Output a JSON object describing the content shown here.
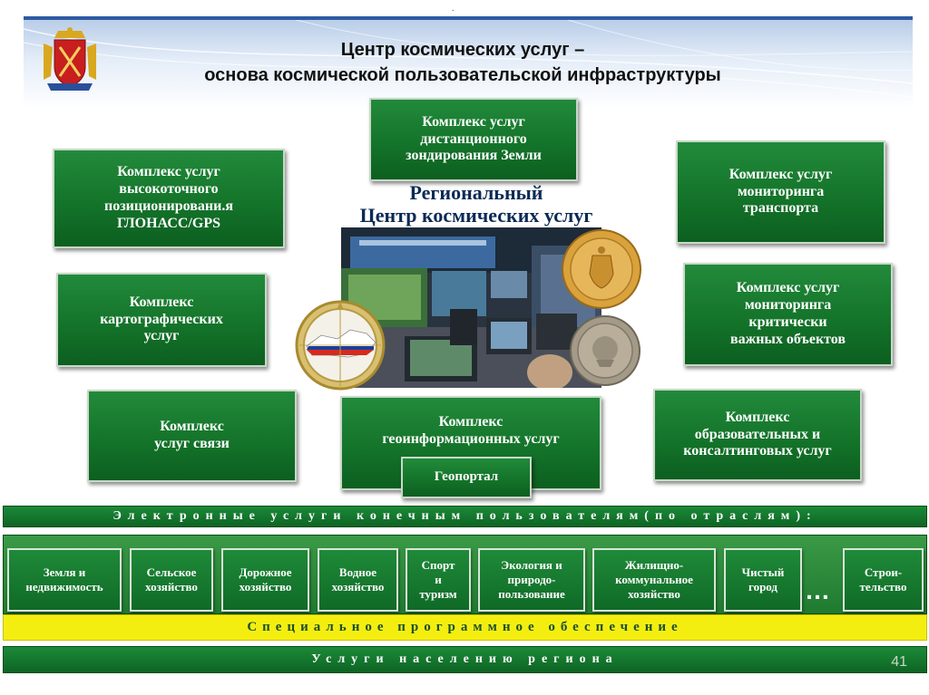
{
  "header": {
    "title_line1": "Центр космических услуг –",
    "title_line2": "основа космической пользовательской инфраструктуры",
    "top_mark": ".",
    "emblem": "coat-of-arms-icon"
  },
  "center": {
    "title_line1": "Региональный",
    "title_line2": "Центр космических услуг"
  },
  "boxes": {
    "remote_sensing": "Комплекс услуг\nдистанционного\nзондирования Земли",
    "positioning": "Комплекс услуг\nвысокоточного\nпозиционировани.я\nГЛОНАСС/GPS",
    "transport": "Комплекс услуг\nмониторинга\nтранспорта",
    "cartography": "Комплекс\nкартографических\nуслуг",
    "critical": "Комплекс услуг\nмониторинга\nкритически\nважных объектов",
    "communication": "Комплекс\nуслуг  связи",
    "geoinfo": "Комплекс\nгеоинформационных услуг",
    "geoportal": "Геопортал",
    "education": "Комплекс\nобразовательных и\nконсалтинговых  услуг"
  },
  "bars": {
    "electronic": "Электронные услуги конечным пользователям(по отраслям):",
    "software": "Специальное   программное   обеспечение",
    "population": "Услуги населению региона"
  },
  "sectors": [
    "Земля и\nнедвижимость",
    "Сельское\nхозяйство",
    "Дорожное\nхозяйство",
    "Водное\nхозяйство",
    "Спорт\nи\nтуризм",
    "Экология и\nприродо-\nпользование",
    "Жилищно-\nкоммунальное\nхозяйство",
    "Чистый\nгород",
    "Строи-\nтельство"
  ],
  "ellipsis": "…",
  "page_number": "41",
  "colors": {
    "box_green": "#14742a",
    "yellow_bar": "#f4ee10",
    "header_blue": "#2d5aa3",
    "center_title": "#0b2a55"
  }
}
